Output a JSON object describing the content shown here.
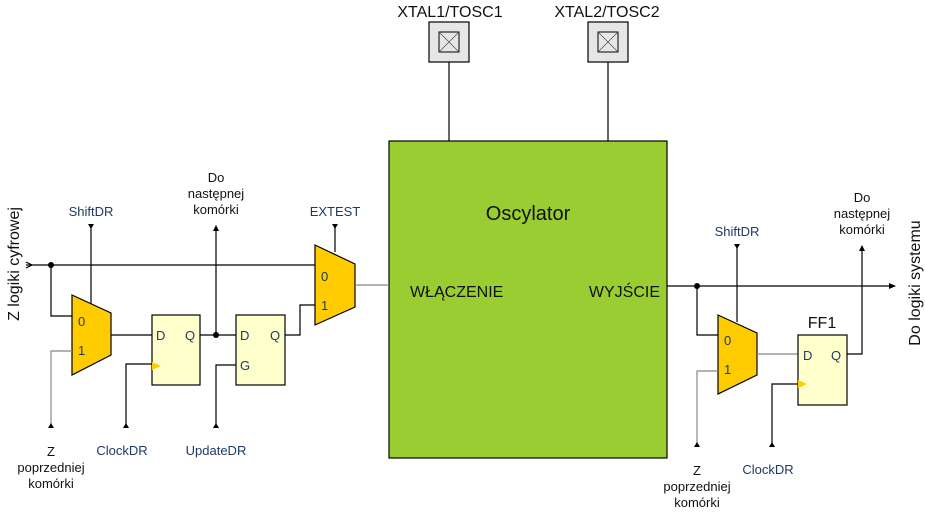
{
  "colors": {
    "oscillator_fill": "#9ACD32",
    "mux_fill": "#FFCC00",
    "flipflop_fill": "#FFFFCC",
    "pad_fill": "#E6E6E6",
    "wire": "#000000",
    "wire_gray": "#888888",
    "signal_text": "#1F3A66"
  },
  "pads": [
    {
      "label": "XTAL1/TOSC1",
      "icon": "pad-x-icon"
    },
    {
      "label": "XTAL2/TOSC2",
      "icon": "pad-x-icon"
    }
  ],
  "oscillator": {
    "title": "Oscylator",
    "input_label": "WŁĄCZENIE",
    "output_label": "WYJŚCIE"
  },
  "left_cell": {
    "input_label": "Z logiki cyfrowej",
    "shift_label": "ShiftDR",
    "next_cell_label": [
      "Do",
      "następnej",
      "komórki"
    ],
    "extest_label": "EXTEST",
    "mux_shift": {
      "in0": "0",
      "in1": "1"
    },
    "mux_extest": {
      "in0": "0",
      "in1": "1"
    },
    "ff_capture": {
      "d": "D",
      "q": "Q"
    },
    "latch_update": {
      "d": "D",
      "q": "Q",
      "g": "G"
    },
    "prev_cell_label": [
      "Z",
      "poprzedniej",
      "komórki"
    ],
    "clock_label": "ClockDR",
    "update_label": "UpdateDR"
  },
  "right_cell": {
    "output_label": "Do logiki systemu",
    "shift_label": "ShiftDR",
    "next_cell_label": [
      "Do",
      "następnej",
      "komórki"
    ],
    "mux": {
      "in0": "0",
      "in1": "1"
    },
    "ff_title": "FF1",
    "ff": {
      "d": "D",
      "q": "Q"
    },
    "prev_cell_label": [
      "Z",
      "poprzedniej",
      "komórki"
    ],
    "clock_label": "ClockDR"
  }
}
